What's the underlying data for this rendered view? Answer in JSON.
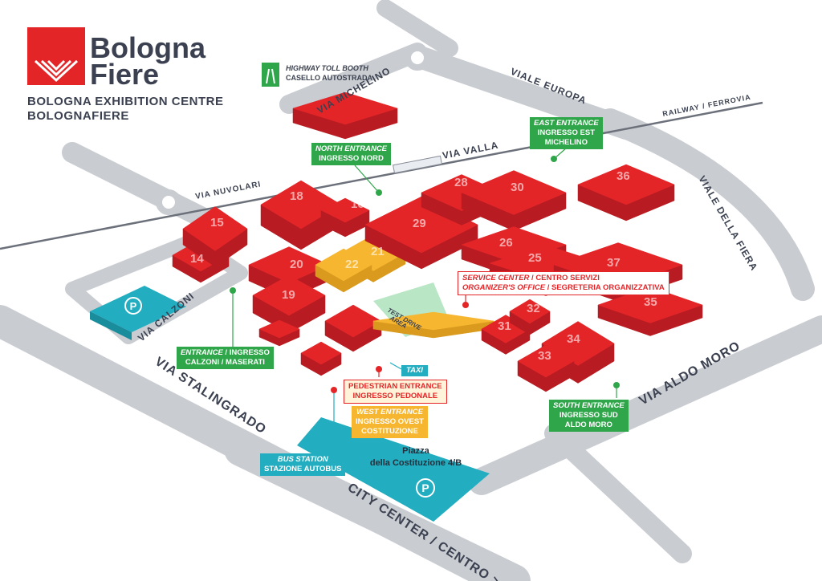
{
  "logo": {
    "line1": "Bologna",
    "line2": "Fiere",
    "subtitle1": "BOLOGNA EXHIBITION CENTRE",
    "subtitle2": "BOLOGNAFIERE",
    "brand_color": "#e42528"
  },
  "streets": {
    "michelino": "VIA MICHELINO",
    "europa": "VIALE EUROPA",
    "railway": "RAILWAY / FERROVIA",
    "valla": "VIA VALLA",
    "nuvolari": "VIA NUVOLARI",
    "fiera": "VIALE DELLA FIERA",
    "calzoni": "VIA CALZONI",
    "stalingrado": "VIA STALINGRADO",
    "aldo_moro": "VIA ALDO MORO",
    "city_center": "CITY CENTER / CENTRO >",
    "piazza1": "Piazza",
    "piazza2": "della Costituzione 4/B",
    "test_drive1": "TEST DRIVE",
    "test_drive2": "AREA"
  },
  "toll": {
    "line1": "HIGHWAY TOLL BOOTH",
    "line2": "CASELLO AUTOSTRADA"
  },
  "labels": {
    "north_a": "NORTH ENTRANCE",
    "north_b": "INGRESSO NORD",
    "east_a": "EAST ENTRANCE",
    "east_b": "INGRESSO EST",
    "east_c": "MICHELINO",
    "entrance_a": "ENTRANCE",
    "entrance_b": " / INGRESSO",
    "entrance_c": "CALZONI / MASERATI",
    "service_a": "SERVICE CENTER",
    "service_b": " / CENTRO SERVIZI",
    "org_a": "ORGANIZER'S OFFICE",
    "org_b": " / SEGRETERIA ORGANIZZATIVA",
    "taxi": "TAXI",
    "ped_a": "PEDESTRIAN ENTRANCE",
    "ped_b": "INGRESSO PEDONALE",
    "west_a": "WEST ENTRANCE",
    "west_b": "INGRESSO OVEST",
    "west_c": "COSTITUZIONE",
    "bus_a": "BUS STATION",
    "bus_b": "STAZIONE AUTOBUS",
    "south_a": "SOUTH ENTRANCE",
    "south_b": "INGRESSO SUD",
    "south_c": "ALDO MORO"
  },
  "parking_symbol": "P",
  "halls": [
    "14",
    "15",
    "16",
    "18",
    "19",
    "20",
    "21",
    "22",
    "25",
    "26",
    "28",
    "29",
    "30",
    "31",
    "32",
    "33",
    "34",
    "35",
    "36",
    "37"
  ],
  "colors": {
    "hall": "#e42528",
    "hall_side": "#b81c22",
    "yellow_hall": "#f6b630",
    "road": "#d4d6da",
    "road_outline": "#9a9ea6",
    "green": "#2fa64a",
    "teal": "#22aec0",
    "text": "#3b4150"
  }
}
